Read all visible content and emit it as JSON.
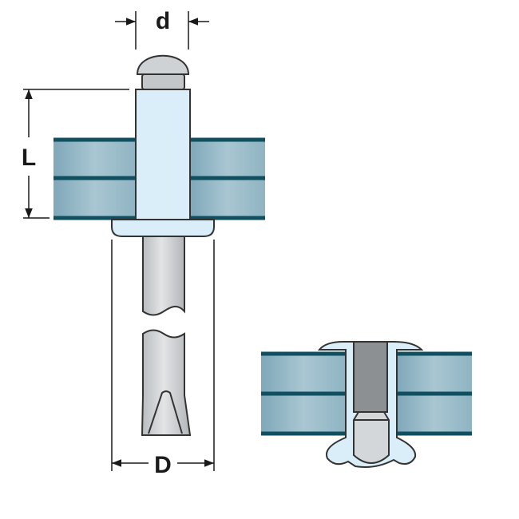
{
  "labels": {
    "pin_diameter": "d",
    "grip_length": "L",
    "head_diameter": "D"
  },
  "colors": {
    "plate_fill": "#8fb4c3",
    "plate_edge": "#0f4f5f",
    "sleeve_fill": "#d9eef8",
    "mandrel_fill": "#d4d7d9",
    "mandrel_dark": "#8d9093",
    "outline": "#333333",
    "dimension_line": "#1a1a1a"
  }
}
